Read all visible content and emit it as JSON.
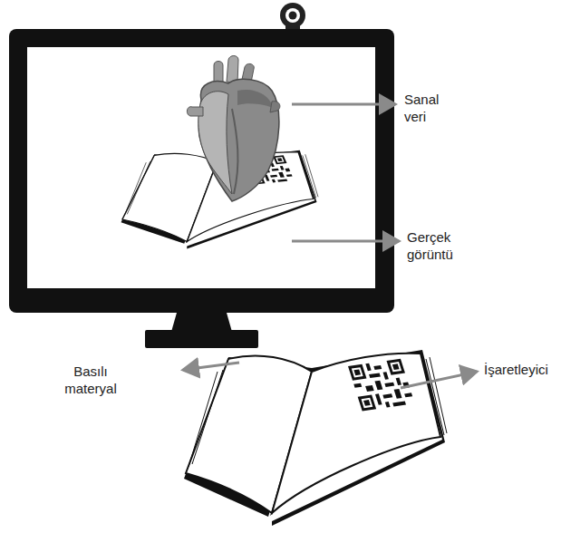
{
  "diagram": {
    "labels": [
      "Sanal veri",
      "Gerçek görüntü",
      "İşaretleyici",
      "Basılı materyal"
    ]
  }
}
